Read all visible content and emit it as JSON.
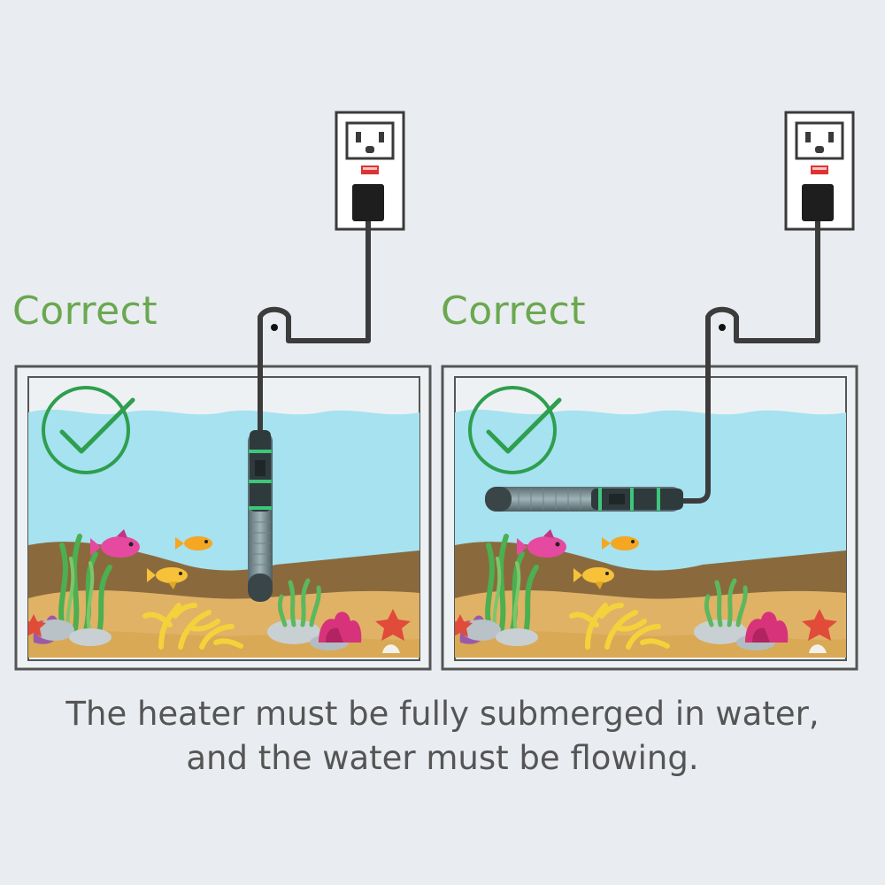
{
  "panels": [
    {
      "label": "Correct",
      "status": "correct",
      "heater_orientation": "vertical"
    },
    {
      "label": "Correct",
      "status": "correct",
      "heater_orientation": "horizontal"
    }
  ],
  "caption": {
    "line1": "The heater must be fully submerged in water,",
    "line2": "and the water must be flowing."
  },
  "colors": {
    "background": "#e9ecf0",
    "label_green": "#6aa84f",
    "check_green": "#2e9e4f",
    "water": "#a6e2ef",
    "sand": "#e0b266",
    "heater_green": "#3cc77a",
    "caption_text": "#555555"
  },
  "icons": [
    "power-outlet-icon",
    "plug-icon",
    "check-circle-icon",
    "heater-icon",
    "fish-icon",
    "coral-icon",
    "seaweed-icon",
    "starfish-icon"
  ]
}
